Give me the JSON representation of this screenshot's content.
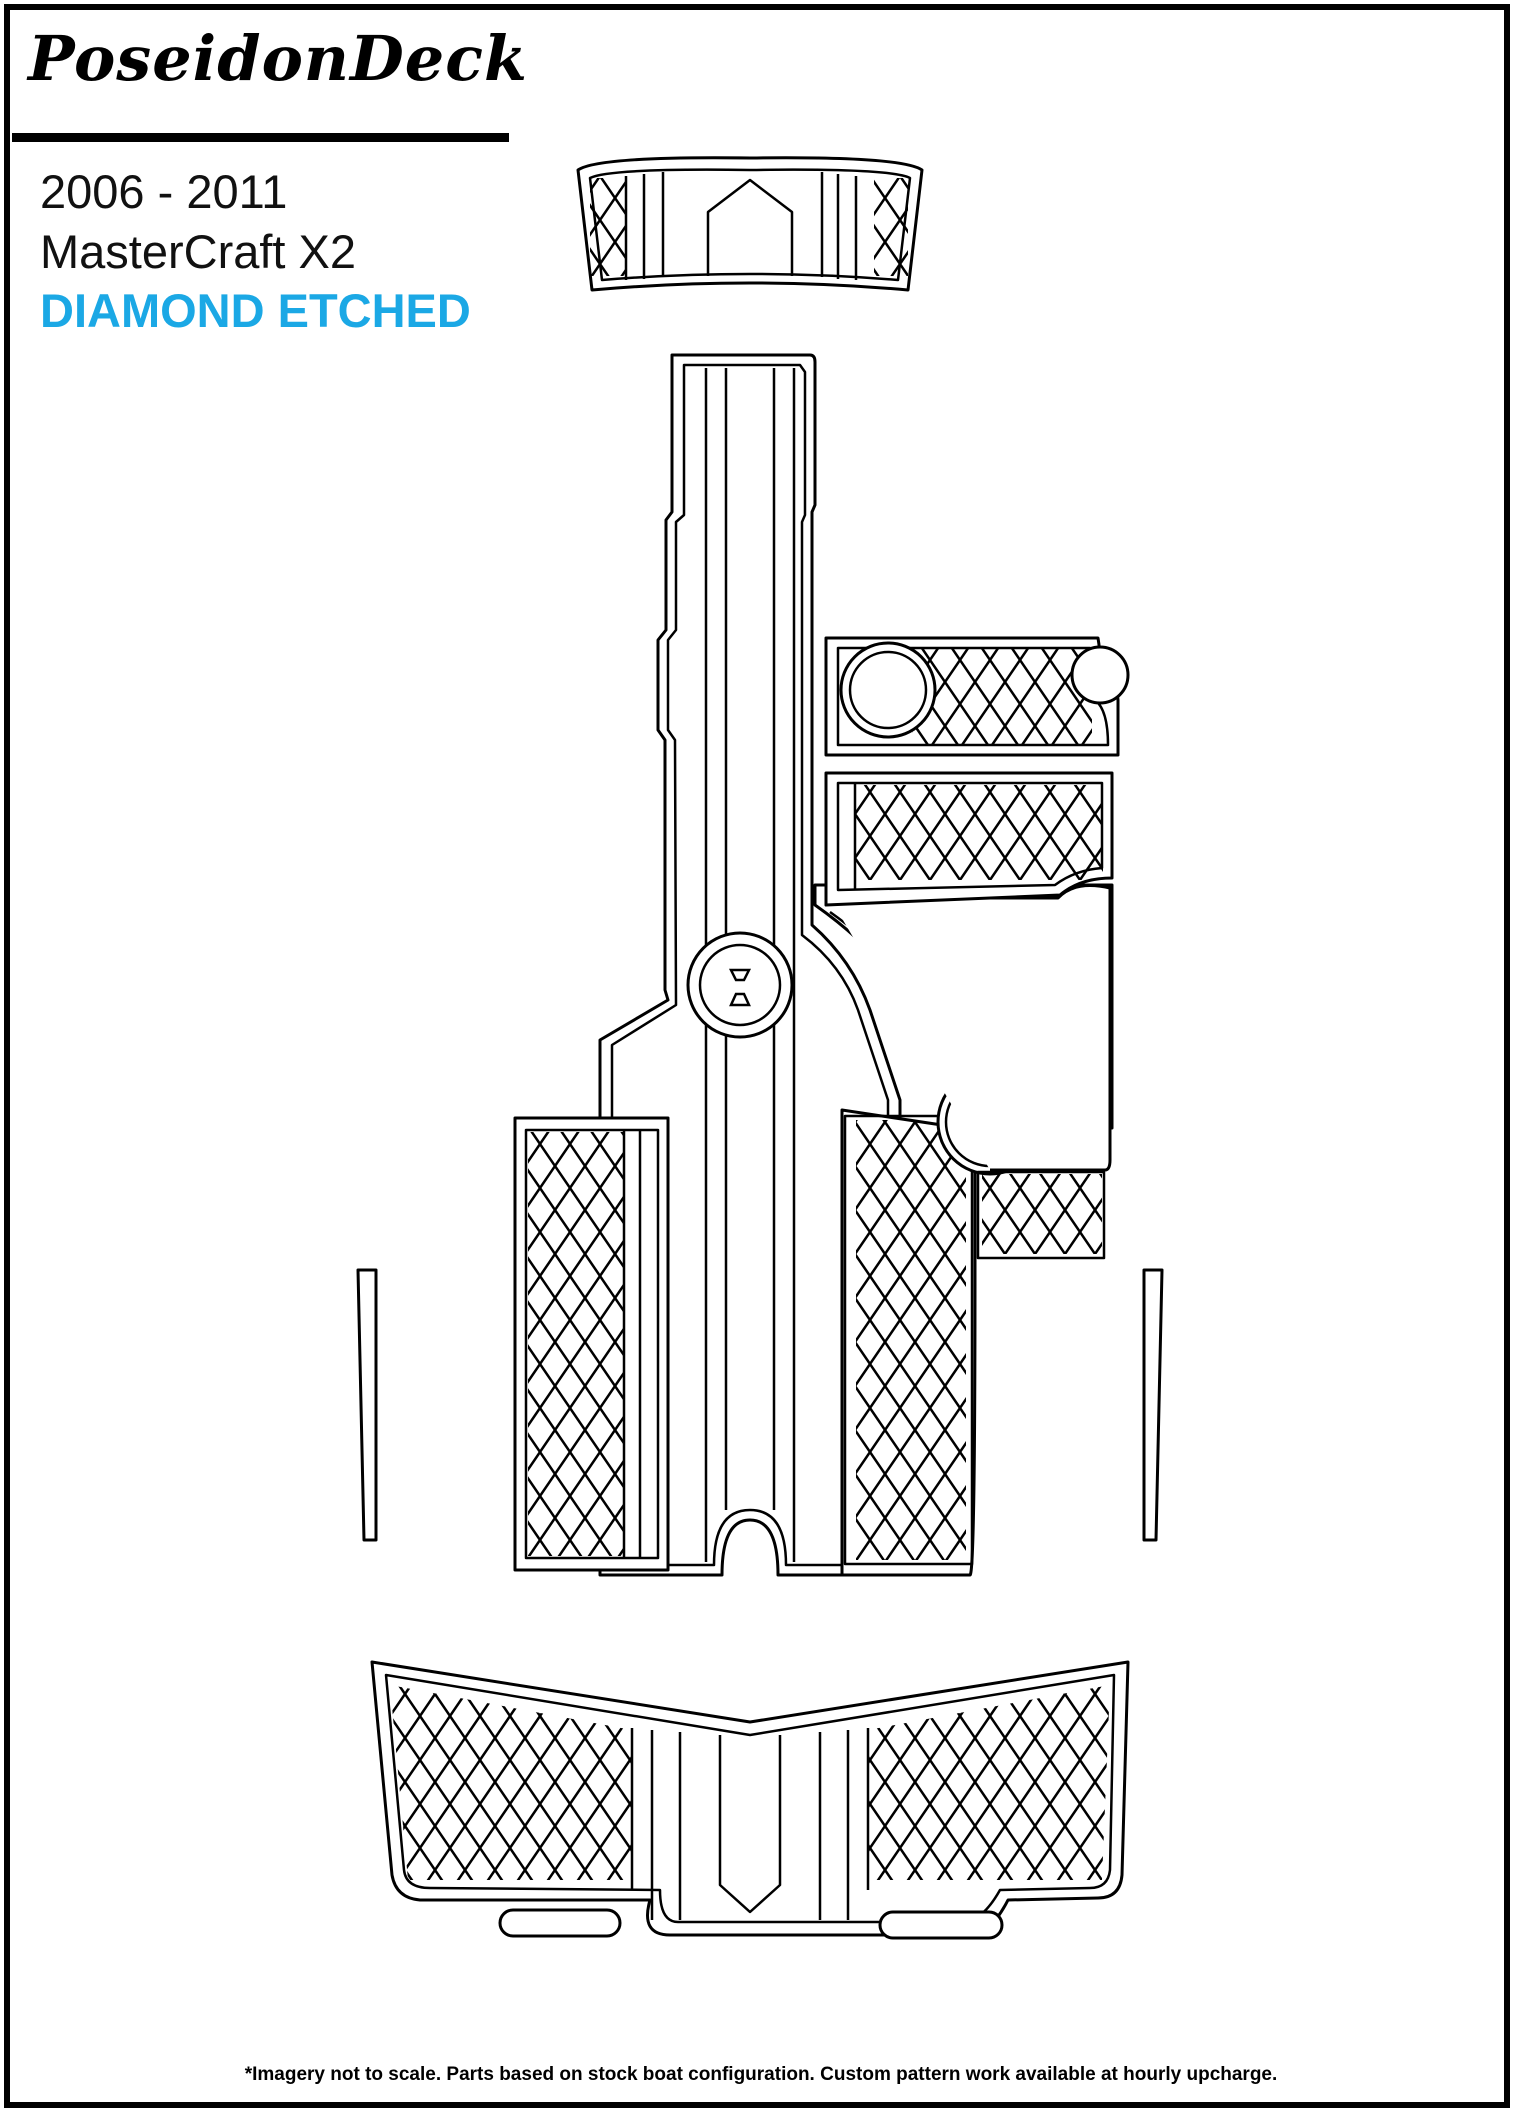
{
  "brand": {
    "name": "PoseidonDeck"
  },
  "product": {
    "years": "2006 - 2011",
    "model": "MasterCraft X2",
    "style": "DIAMOND ETCHED"
  },
  "colors": {
    "accent": "#1ba8e5",
    "line": "#000000",
    "background": "#ffffff"
  },
  "pattern": "diamond",
  "parts": [
    "swim-step-pad",
    "center-walkway-pad",
    "front-right-pad",
    "mid-right-pad",
    "right-console-pad",
    "left-floor-pad",
    "left-side-strip",
    "right-side-strip",
    "swim-platform-pad"
  ],
  "disclaimer": "*Imagery not to scale. Parts based on stock boat configuration. Custom pattern work available at hourly upcharge."
}
